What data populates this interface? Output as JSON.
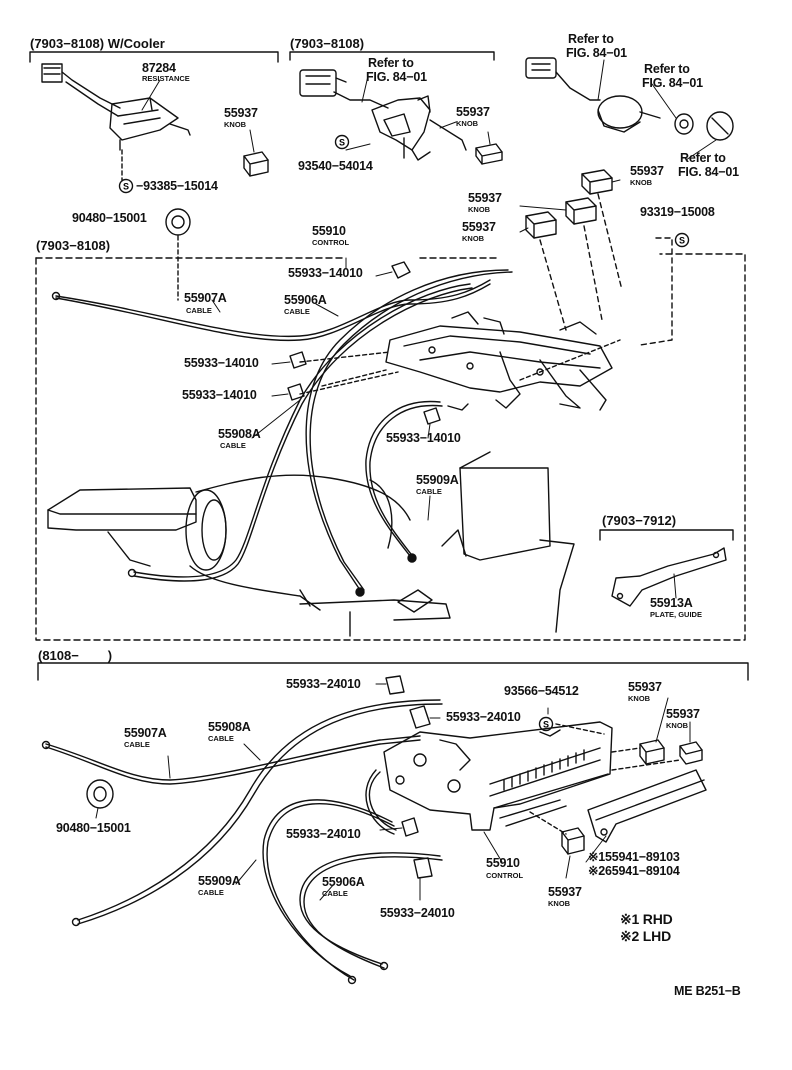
{
  "sections": {
    "top_left": "(7903−8108) W/Cooler",
    "top_mid": "(7903−8108)",
    "middle": "(7903−8108)",
    "plate_sub": "(7903−7912)",
    "bottom": "(8108−        )"
  },
  "refs": {
    "fig_a_line1": "Refer to",
    "fig_a_line2": "FIG. 84−01",
    "fig_b_line1": "Refer to",
    "fig_b_line2": "FIG. 84−01",
    "fig_c_line1": "Refer to",
    "fig_c_line2": "FIG. 84−01",
    "fig_d_line1": "Refer to",
    "fig_d_line2": "FIG. 84−01"
  },
  "parts": {
    "p87284": "87284",
    "p87284_name": "RESISTANCE",
    "knob_a": "55937",
    "knob_a_name": "KNOB",
    "knob_b": "55937",
    "knob_b_name": "KNOB",
    "knob_c": "55937",
    "knob_c_name": "KNOB",
    "knob_d": "55937",
    "knob_d_name": "KNOB",
    "knob_e": "55937",
    "knob_e_name": "KNOB",
    "s93385": "−93385−15014",
    "s93540": "93540−54014",
    "s93319": "93319−15008",
    "p90480_top": "90480−15001",
    "control_top": "55910",
    "control_top_name": "CONTROL",
    "c55933_a": "55933−14010",
    "c55933_b": "55933−14010",
    "c55933_c": "55933−14010",
    "c55933_d": "55933−14010",
    "cable_907A_top": "55907A",
    "cable_907A_top_name": "CABLE",
    "cable_906A_top": "55906A",
    "cable_906A_top_name": "CABLE",
    "cable_908A_top": "55908A",
    "cable_908A_top_name": "CABLE",
    "cable_909A_top": "55909A",
    "cable_909A_top_name": "CABLE",
    "plate": "55913A",
    "plate_name": "PLATE, GUIDE",
    "c24010_a": "55933−24010",
    "c24010_b": "55933−24010",
    "c24010_c": "55933−24010",
    "c24010_d": "55933−24010",
    "s93566": "93566−54512",
    "knob_f": "55937",
    "knob_f_name": "KNOB",
    "knob_g": "55937",
    "knob_g_name": "KNOB",
    "knob_h": "55937",
    "knob_h_name": "KNOB",
    "cable_907A_bot": "55907A",
    "cable_907A_bot_name": "CABLE",
    "cable_908A_bot": "55908A",
    "cable_908A_bot_name": "CABLE",
    "cable_909A_bot": "55909A",
    "cable_909A_bot_name": "CABLE",
    "cable_906A_bot": "55906A",
    "cable_906A_bot_name": "CABLE",
    "p90480_bot": "90480−15001",
    "control_bot": "55910",
    "control_bot_name": "CONTROL",
    "p55941_1": "※155941−89103",
    "p55941_2": "※265941−89104"
  },
  "legend": {
    "rhd": "※1 RHD",
    "lhd": "※2 LHD"
  },
  "diagram_code": "ME B251−B",
  "symbol_s": "S"
}
